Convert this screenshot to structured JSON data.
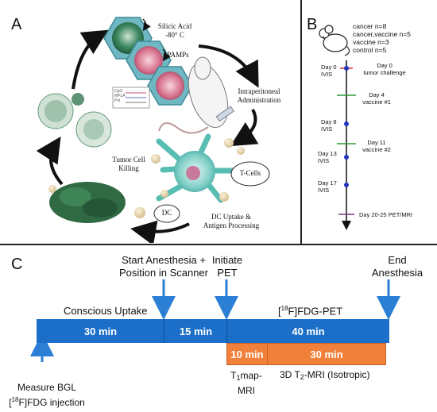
{
  "panelA": {
    "letter": "A",
    "silicic_label": "Silicic Acid\n-80° C",
    "pamps_label": "PAMPs",
    "ip_label": "Intraperitoneal\nAdministration",
    "killing_label": "Tumor Cell\nKilling",
    "tcells_label": "T-Cells",
    "dc_label": "DC",
    "dc_uptake_label": "DC Uptake &\nAntigen Processing",
    "legend_mini": [
      "CpG",
      "MPLA",
      "Pol"
    ]
  },
  "panelB": {
    "letter": "B",
    "groups": [
      "cancer n=8",
      "cancer,vaccine n=5",
      "vaccine n=3",
      "control n=5"
    ],
    "left_events": [
      "Day 0\nIVIS",
      "Day 8\nIVIS",
      "Day 13\nIVIS",
      "Day 17\nIVIS"
    ],
    "right_events": [
      "Day 0\ntumor challenge",
      "Day 4\nvaccine #1",
      "Day 11\nvaccine #2",
      "Day 20-25 PET/MRI"
    ],
    "colors": {
      "axis": "#111111",
      "ivis": "#2233bb",
      "vaccine": "#2e9a3a",
      "challenge": "#d43333",
      "petmri": "#7a3a8a"
    }
  },
  "panelC": {
    "letter": "C",
    "top_labels": {
      "anesthesia": "Start Anesthesia +\nPosition in Scanner",
      "initiate": "Initiate\nPET",
      "end": "End\nAnesthesia"
    },
    "conscious": "Conscious Uptake",
    "fdg_pet_pre": "[",
    "fdg_pet_iso": "18",
    "fdg_pet_post": "F]FDG-PET",
    "bars": {
      "a": "30 min",
      "b": "15 min",
      "c": "40 min",
      "d": "10 min",
      "e": "30 min"
    },
    "below": {
      "t1_pre": "T",
      "t1_sub": "1",
      "t1_post": "map-",
      "t1_line2": "MRI",
      "t2_pre": "3D T",
      "t2_sub": "2",
      "t2_post": "-MRI (Isotropic)",
      "measure_line1": "Measure BGL",
      "measure_pre": "[",
      "measure_iso": "18",
      "measure_post": "F]FDG injection"
    },
    "colors": {
      "blue": "#1b6fc9",
      "orange": "#f0803a",
      "arrow": "#2b7fd4"
    }
  }
}
